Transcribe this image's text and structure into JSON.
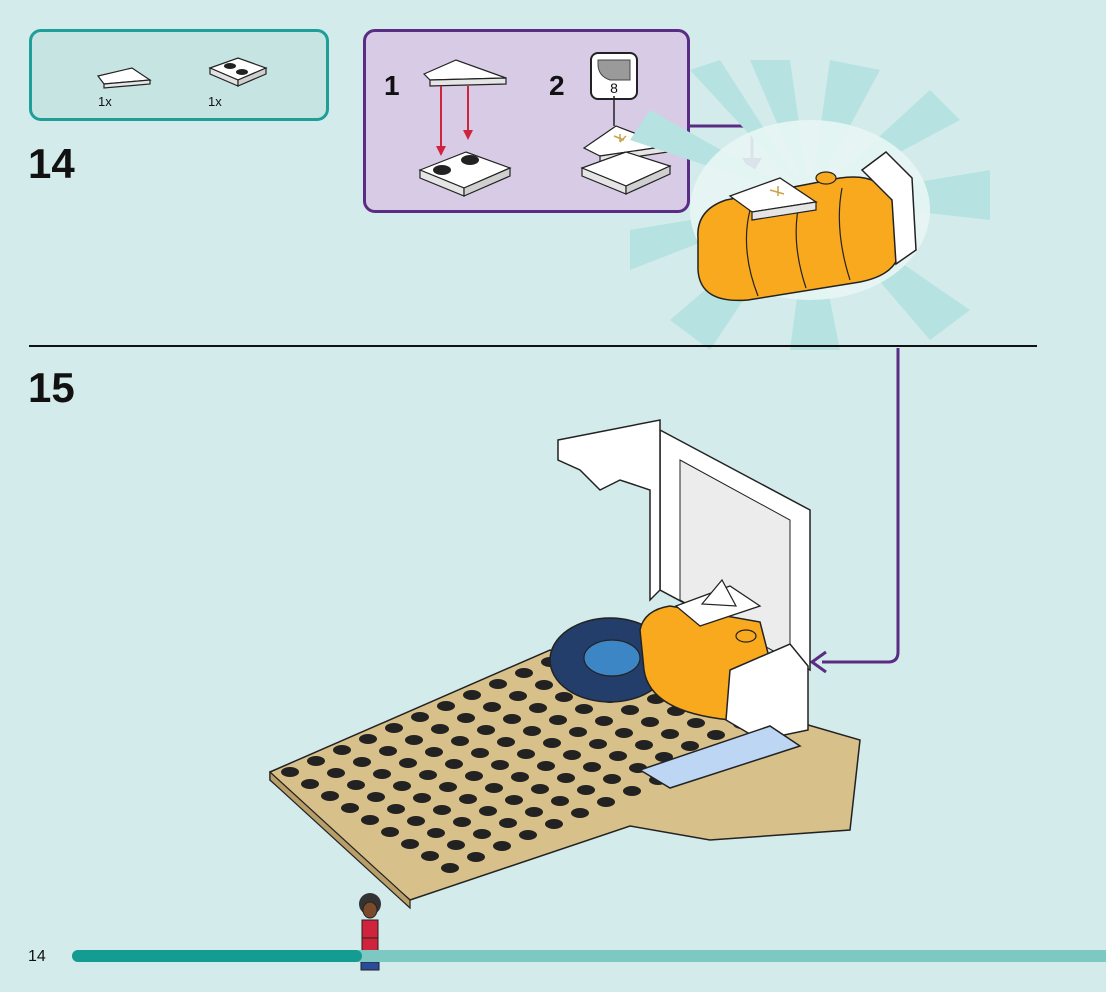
{
  "page_number": "14",
  "steps": [
    {
      "number": "14",
      "parts": [
        {
          "name": "wedge-plate",
          "count": "1x"
        },
        {
          "name": "plate-2x2-jumper",
          "count": "1x"
        }
      ],
      "substeps": [
        {
          "number": "1"
        },
        {
          "number": "2",
          "sticker": "8"
        }
      ]
    },
    {
      "number": "15"
    }
  ],
  "colors": {
    "background": "#d3ebea",
    "parts_border": "#1f9e97",
    "substep_border": "#5b2c83",
    "arrow": "#5b2c83",
    "insert_arrow": "#d0243c",
    "tan": "#d8c08a",
    "orange": "#f9a91e",
    "dark_blue": "#233e6b"
  },
  "progress": {
    "fraction": 0.28
  }
}
